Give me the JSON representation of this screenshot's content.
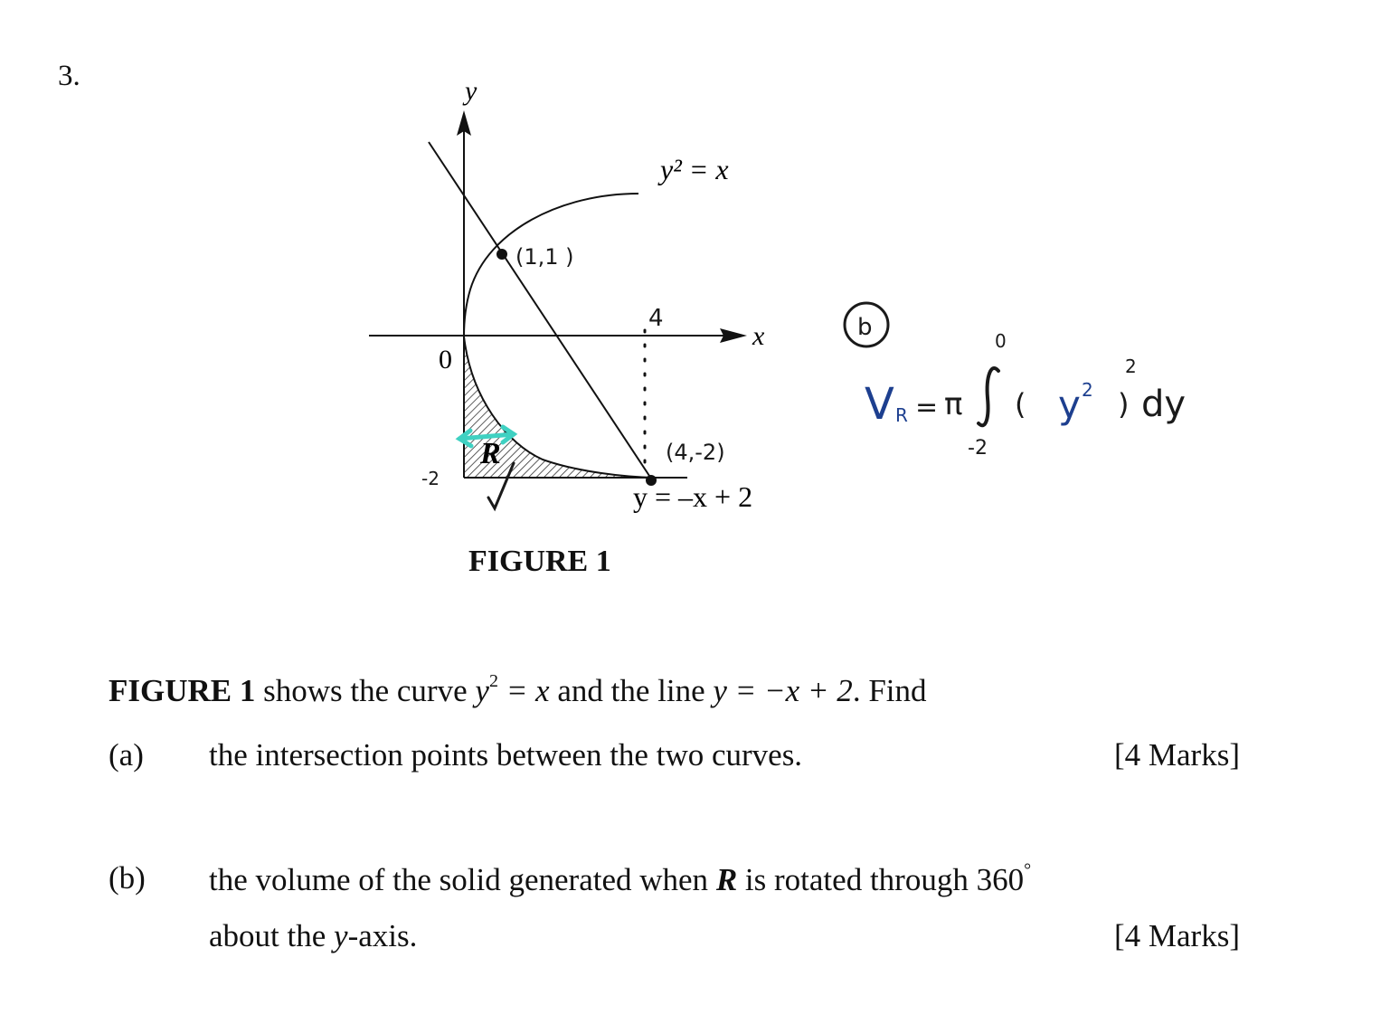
{
  "question_number": "3.",
  "figure": {
    "axis_y_label": "y",
    "axis_x_label": "x",
    "origin_label": "0",
    "curve_label": "y² = x",
    "line_label": "y = –x + 2",
    "region_label": "R",
    "caption": "FIGURE 1"
  },
  "handwritten": {
    "point_1": "(1,1 )",
    "point_2": "(4,-2)",
    "x_tick": "4",
    "y_tick": "-2",
    "part_marker": "b",
    "volume_lhs": "V",
    "volume_sub": "R",
    "volume_eq": "=",
    "pi": "π",
    "upper_limit": "0",
    "lower_limit": "-2",
    "integrand_open": "(",
    "integrand_y": "y",
    "integrand_y_exp": "2",
    "integrand_close": ")",
    "outer_exp": "2",
    "dy": "dy",
    "colors": {
      "ink": "#1a1a1a",
      "blue_ink": "#1d3f8f",
      "teal_arrow": "#3fd1c2"
    }
  },
  "question": {
    "stem_bold": "FIGURE 1",
    "stem_text_1": " shows the curve ",
    "stem_math_1a": "y",
    "stem_math_1b": "2",
    "stem_math_1c": " = x",
    "stem_text_2": "  and  the line ",
    "stem_math_2": "y = −x + 2",
    "stem_text_3": ". Find",
    "parts": [
      {
        "label": "(a)",
        "text": "the intersection points between the two curves.",
        "marks": "[4 Marks]"
      },
      {
        "label": "(b)",
        "text_1": "the volume of the solid generated when ",
        "text_bold": "R",
        "text_2": " is rotated through  360",
        "degree": "°",
        "text_line2_a": "about the ",
        "text_line2_b": "y",
        "text_line2_c": "-axis.",
        "marks": "[4 Marks]"
      }
    ]
  }
}
